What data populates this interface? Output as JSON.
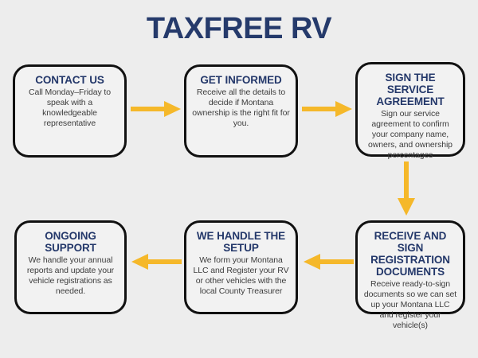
{
  "page": {
    "title": "TAXFREE RV",
    "background_color": "#ededed",
    "heading_color": "#24386a",
    "body_text_color": "#3d3d3d",
    "accent_arrow_color": "#f5b82a",
    "box_border_color": "#111111",
    "box_fill_color": "#f2f2f2"
  },
  "steps": [
    {
      "id": "contact-us",
      "title": "CONTACT US",
      "body": "Call Monday–Friday to speak with a knowledgeable representative"
    },
    {
      "id": "get-informed",
      "title": "GET INFORMED",
      "body": "Receive all the details to decide if Montana ownership is the right fit for you."
    },
    {
      "id": "sign-agreement",
      "title": "SIGN THE SERVICE AGREEMENT",
      "body": "Sign our service agreement to confirm your company name, owners, and ownership percentages"
    },
    {
      "id": "receive-sign-docs",
      "title": "RECEIVE AND SIGN REGISTRATION DOCUMENTS",
      "body": "Receive ready-to-sign documents so we can set up your Montana LLC and register your vehicle(s)"
    },
    {
      "id": "handle-setup",
      "title": "WE HANDLE THE SETUP",
      "body": "We form your Montana LLC and Register your RV or other vehicles with the local County Treasurer"
    },
    {
      "id": "ongoing-support",
      "title": "ONGOING SUPPORT",
      "body": "We handle your annual reports and update your vehicle registrations as needed."
    }
  ],
  "connectors": [
    {
      "id": "contact-to-informed",
      "direction": "right"
    },
    {
      "id": "informed-to-sign",
      "direction": "right"
    },
    {
      "id": "sign-to-receive",
      "direction": "down"
    },
    {
      "id": "receive-to-setup",
      "direction": "left"
    },
    {
      "id": "setup-to-ongoing",
      "direction": "left"
    }
  ]
}
